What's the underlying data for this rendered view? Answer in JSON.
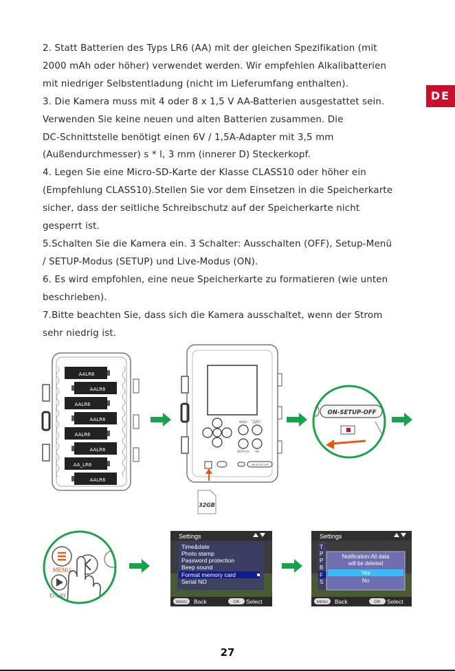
{
  "language_tab": "DE",
  "paragraphs": [
    "2. Statt Batterien des Typs LR6 (AA) mit der gleichen Spezifikation (mit",
    "2000 mAh oder höher) verwendet werden. Wir empfehlen Alkalibatterien",
    "mit niedriger Selbstentladung (nicht im Lieferumfang enthalten).",
    "3. Die Kamera muss mit 4 oder 8 x 1,5 V AA-Batterien ausgestattet sein.",
    "Verwenden Sie keine neuen und alten Batterien zusammen. Die",
    "DC-Schnittstelle benötigt einen 6V / 1,5A-Adapter mit 3,5 mm",
    "(Außendurchmesser) s * l, 3 mm (innerer D) Steckerkopf.",
    "4. Legen Sie eine Micro-SD-Karte der Klasse CLASS10 oder höher ein",
    "(Empfehlung CLASS10).Stellen Sie vor dem Einsetzen in die Speicherkarte",
    "sicher, dass der seitliche Schreibschutz auf der Speicherkarte nicht",
    "gesperrt ist.",
    "5.Schalten Sie die Kamera ein. 3 Schalter: Ausschalten (OFF), Setup-Menü",
    "/ SETUP-Modus (SETUP) und Live-Modus (ON).",
    "6. Es wird empfohlen, eine neue Speicherkarte zu formatieren (wie unten",
    "beschrieben).",
    "7.Bitte beachten Sie, dass sich die Kamera ausschaltet, wenn der Strom",
    "sehr niedrig ist."
  ],
  "batteries": [
    "AALR6",
    "AALR6",
    "AALR6",
    "AALR6",
    "AALR6",
    "AALR6",
    "AA_LR6",
    "AALR6"
  ],
  "sd_card_label": "32GB",
  "camera_buttons": {
    "menu": "MENU",
    "shot": "SHOT",
    "rep_play": "REP.PLAY",
    "ok": "OK",
    "switch": "ON-SETUP-OFF"
  },
  "switch_label": "ON-SETUP-OFF",
  "menu_button_label": "MENU",
  "menu_button_below": "EPLAY",
  "settings_screen": {
    "title": "Settings",
    "items": [
      "Time&date",
      "Photo stamp",
      "Password protection",
      "Beep sound",
      "Format memory card",
      "Serial NO"
    ],
    "selected_index": 4,
    "footer_left_key": "MENU",
    "footer_left": "Back",
    "footer_right_key": "OK",
    "footer_right": "Select"
  },
  "notification_screen": {
    "title": "Settings",
    "side_letters": [
      "T",
      "P",
      "P",
      "B",
      "F",
      "S"
    ],
    "message_line1": "Notification:All data",
    "message_line2": "will be deleted",
    "yes": "Yes",
    "no": "No",
    "footer_left_key": "MENU",
    "footer_left": "Back",
    "footer_right_key": "OK",
    "footer_right": "Select"
  },
  "accent_color": "#c8102e",
  "arrow_color": "#16a34a",
  "page_number": "27"
}
